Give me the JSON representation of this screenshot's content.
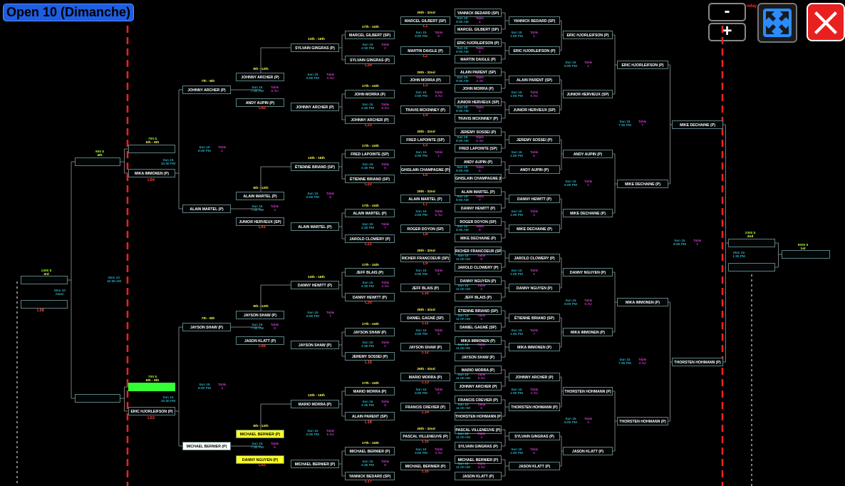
{
  "title": "Open 10 (Dimanche)",
  "controls": {
    "zoom_out": "-",
    "zoom_in": "+",
    "day_fragment": "nday"
  },
  "colors": {
    "slot_border": "#5c7f80",
    "round": "#ffff5a",
    "loss": "#ff4a3a",
    "table": "#ff4dff",
    "date": "#38e8ff",
    "prize": "#9dff28",
    "separator": "#ff2020"
  },
  "slots": [
    {
      "id": "a1",
      "text": "MARCEL GILBERT (SP)"
    },
    {
      "id": "a2",
      "text": "MARTIN DAIGLE (P)"
    },
    {
      "id": "a3",
      "text": "JOHN MORRA (P)"
    },
    {
      "id": "a4",
      "text": "TRAVIS MCKINNEY (P)"
    },
    {
      "id": "a5",
      "text": "FRED LAPOINTE (SP)"
    },
    {
      "id": "a6",
      "text": "GHISLAIN CHAMPAGNE (P)"
    },
    {
      "id": "a7",
      "text": "ALAIN MARTEL (P)"
    },
    {
      "id": "a8",
      "text": "ROGER DOYON (SP)"
    },
    {
      "id": "a9",
      "text": "RICHER FRANCOEUR (SP)"
    },
    {
      "id": "a10",
      "text": "JEFF BLAIS (P)"
    },
    {
      "id": "a11",
      "text": "DANIEL GAGNÉ (SP)"
    },
    {
      "id": "a12",
      "text": "JAYSON SHAW (P)"
    },
    {
      "id": "a13",
      "text": "MARIO MORRA (P)"
    },
    {
      "id": "a14",
      "text": "FRANCIS CREVIER (P)"
    },
    {
      "id": "a15",
      "text": "PASCAL VILLENEUVE (P)"
    },
    {
      "id": "a16",
      "text": "MICHAEL BERNIER (P)"
    },
    {
      "id": "b1",
      "text": "YANNICK BEDARD (SP)"
    },
    {
      "id": "b2",
      "text": "MARCEL GILBERT (SP)"
    },
    {
      "id": "b3",
      "text": "ERIC HJORLEIFSON (P)"
    },
    {
      "id": "b4",
      "text": "MARTIN DAIGLE (P)"
    },
    {
      "id": "b5",
      "text": "ALAIN PARENT (SP)"
    },
    {
      "id": "b6",
      "text": "JOHN MORRA (P)"
    },
    {
      "id": "b7",
      "text": "JUNIOR HERVIEUX (SP)"
    },
    {
      "id": "b8",
      "text": "TRAVIS MCKINNEY (P)"
    },
    {
      "id": "b9",
      "text": "JEREMY SOSSEI (P)"
    },
    {
      "id": "b10",
      "text": "FRED LAPOINTE (SP)"
    },
    {
      "id": "b11",
      "text": "ANDY AUPIN (P)"
    },
    {
      "id": "b12",
      "text": "GHISLAIN CHAMPAGNE (P)"
    },
    {
      "id": "b13",
      "text": "ALAIN MARTEL (P)"
    },
    {
      "id": "b14",
      "text": "DANNY HEWITT (P)"
    },
    {
      "id": "b15",
      "text": "ROGER DOYON (SP)"
    },
    {
      "id": "b16",
      "text": "MIKE DECHAINE (P)"
    },
    {
      "id": "b17",
      "text": "RICHER FRANCOEUR (SP)"
    },
    {
      "id": "b18",
      "text": "JAROLD CLOWERY (P)"
    },
    {
      "id": "b19",
      "text": "DANNY NGUYEN (P)"
    },
    {
      "id": "b20",
      "text": "JEFF BLAIS (P)"
    },
    {
      "id": "b21",
      "text": "ÉTIENNE BRIAND (SP)"
    },
    {
      "id": "b22",
      "text": "DANIEL GAGNÉ (SP)"
    },
    {
      "id": "b23",
      "text": "MIKA IMMONEN (P)"
    },
    {
      "id": "b24",
      "text": "JAYSON SHAW (P)"
    },
    {
      "id": "b25",
      "text": "MARIO MORRA (P)"
    },
    {
      "id": "b26",
      "text": "JOHNNY ARCHER (P)"
    },
    {
      "id": "b27",
      "text": "FRANCIS CREVIER (P)"
    },
    {
      "id": "b28",
      "text": "THORSTEN HOHMANN (P)"
    },
    {
      "id": "b29",
      "text": "PASCAL VILLENEUVE (P)"
    },
    {
      "id": "b30",
      "text": "SYLVAIN GINGRAS (P)"
    },
    {
      "id": "b31",
      "text": "MICHAEL BERNIER (P)"
    },
    {
      "id": "b32",
      "text": "JASON KLATT (P)"
    },
    {
      "id": "c1",
      "text": "YANNICK BEDARD (SP)"
    },
    {
      "id": "c2",
      "text": "ERIC HJORLEIFSON (P)"
    },
    {
      "id": "c3",
      "text": "ALAIN PARENT (SP)"
    },
    {
      "id": "c4",
      "text": "JUNIOR HERVIEUX (SP)"
    },
    {
      "id": "c5",
      "text": "JEREMY SOSSEI (P)"
    },
    {
      "id": "c6",
      "text": "ANDY AUPIN (P)"
    },
    {
      "id": "c7",
      "text": "DANNY HEWITT (P)"
    },
    {
      "id": "c8",
      "text": "MIKE DECHAINE (P)"
    },
    {
      "id": "c9",
      "text": "JAROLD CLOWERY (P)"
    },
    {
      "id": "c10",
      "text": "DANNY NGUYEN (P)"
    },
    {
      "id": "c11",
      "text": "ÉTIENNE BRIAND (SP)"
    },
    {
      "id": "c12",
      "text": "MIKA IMMONEN (P)"
    },
    {
      "id": "c13",
      "text": "JOHNNY ARCHER (P)"
    },
    {
      "id": "c14",
      "text": "THORSTEN HOHMANN (P)"
    },
    {
      "id": "c15",
      "text": "SYLVAIN GINGRAS (P)"
    },
    {
      "id": "c16",
      "text": "JASON KLATT (P)"
    },
    {
      "id": "d1",
      "text": "ERIC HJORLEIFSON (P)"
    },
    {
      "id": "d2",
      "text": "JUNIOR HERVIEUX (SP)"
    },
    {
      "id": "d3",
      "text": "ANDY AUPIN (P)"
    },
    {
      "id": "d4",
      "text": "MIKE DECHAINE (P)"
    },
    {
      "id": "d5",
      "text": "DANNY NGUYEN (P)"
    },
    {
      "id": "d6",
      "text": "MIKA IMMONEN (P)"
    },
    {
      "id": "d7",
      "text": "THORSTEN HOHMANN (P)"
    },
    {
      "id": "d8",
      "text": "JASON KLATT (P)"
    },
    {
      "id": "e1",
      "text": "ERIC HJORLEIFSON (P)"
    },
    {
      "id": "e2",
      "text": "MIKE DECHAINE (P)"
    },
    {
      "id": "e3",
      "text": "MIKA IMMONEN (P)"
    },
    {
      "id": "e4",
      "text": "THORSTEN HOHMANN (P)"
    },
    {
      "id": "f1",
      "text": "MIKE DECHAINE (P)"
    },
    {
      "id": "f2",
      "text": "THORSTEN HOHMANN (P)"
    },
    {
      "id": "g1",
      "text": ""
    },
    {
      "id": "g2",
      "text": ""
    },
    {
      "id": "h1",
      "text": ""
    },
    {
      "id": "l1",
      "text": "MARCEL GILBERT (SP)"
    },
    {
      "id": "l2",
      "text": "SYLVAIN GINGRAS (P)"
    },
    {
      "id": "l3",
      "text": "JOHN MORRA (P)"
    },
    {
      "id": "l4",
      "text": "JOHNNY ARCHER (P)"
    },
    {
      "id": "l5",
      "text": "FRED LAPOINTE (SP)"
    },
    {
      "id": "l6",
      "text": "ÉTIENNE BRIAND (SP)"
    },
    {
      "id": "l7",
      "text": "ALAIN MARTEL (P)"
    },
    {
      "id": "l8",
      "text": "JAROLD CLOWERY (P)"
    },
    {
      "id": "l9",
      "text": "JEFF BLAIS (P)"
    },
    {
      "id": "l10",
      "text": "DANNY HEWITT (P)"
    },
    {
      "id": "l11",
      "text": "JAYSON SHAW (P)"
    },
    {
      "id": "l12",
      "text": "JEREMY SOSSEI (P)"
    },
    {
      "id": "l13",
      "text": "MARIO MORRA (P)"
    },
    {
      "id": "l14",
      "text": "ALAIN PARENT (SP)"
    },
    {
      "id": "l15",
      "text": "MICHAEL BERNIER (P)"
    },
    {
      "id": "l16",
      "text": "YANNICK BEDARD (SP)"
    },
    {
      "id": "m1",
      "text": "SYLVAIN GINGRAS (P)"
    },
    {
      "id": "m2",
      "text": "JOHNNY ARCHER (P)"
    },
    {
      "id": "m3",
      "text": "ÉTIENNE BRIAND (SP)"
    },
    {
      "id": "m4",
      "text": "ALAIN MARTEL (P)"
    },
    {
      "id": "m5",
      "text": "DANNY HEWITT (P)"
    },
    {
      "id": "m6",
      "text": "JAYSON SHAW (P)"
    },
    {
      "id": "m7",
      "text": "MARIO MORRA (P)"
    },
    {
      "id": "m8",
      "text": "MICHAEL BERNIER (P)"
    },
    {
      "id": "n1",
      "text": "JOHNNY ARCHER (P)"
    },
    {
      "id": "n2",
      "text": "ANDY AUPIN (P)"
    },
    {
      "id": "n3",
      "text": "ALAIN MARTEL (P)"
    },
    {
      "id": "n4",
      "text": "JUNIOR HERVIEUX (SP)"
    },
    {
      "id": "n5",
      "text": "JAYSON SHAW (P)"
    },
    {
      "id": "n6",
      "text": "JASON KLATT (P)"
    },
    {
      "id": "n7",
      "text": "MICHAEL BERNIER (P)"
    },
    {
      "id": "n8",
      "text": "DANNY NGUYEN (P)"
    },
    {
      "id": "o1",
      "text": "JOHNNY ARCHER (P)"
    },
    {
      "id": "o2",
      "text": "ALAIN MARTEL (P)"
    },
    {
      "id": "o3",
      "text": "JAYSON SHAW (P)"
    },
    {
      "id": "o4",
      "text": "MICHAEL BERNIER (P)"
    },
    {
      "id": "p1",
      "text": ""
    },
    {
      "id": "p2",
      "text": "MIKA IMMONEN (P)"
    },
    {
      "id": "p3",
      "text": ""
    },
    {
      "id": "p4",
      "text": "ERIC HJORLEIFSON (P)"
    },
    {
      "id": "q1",
      "text": ""
    },
    {
      "id": "q2",
      "text": ""
    },
    {
      "id": "r1",
      "text": ""
    },
    {
      "id": "r2",
      "text": ""
    }
  ],
  "rounds": [
    {
      "id": "R25a",
      "text": "25th - 32nd"
    },
    {
      "id": "R25b",
      "text": "25th - 32nd"
    },
    {
      "id": "R25c",
      "text": "25th - 32nd"
    },
    {
      "id": "R25d",
      "text": "25th - 32nd"
    },
    {
      "id": "R25e",
      "text": "25th - 32nd"
    },
    {
      "id": "R25f",
      "text": "25th - 32nd"
    },
    {
      "id": "R25g",
      "text": "25th - 32nd"
    },
    {
      "id": "R25h",
      "text": "25th - 32nd"
    },
    {
      "id": "R17a",
      "text": "17th - 24th"
    },
    {
      "id": "R17b",
      "text": "17th - 24th"
    },
    {
      "id": "R17c",
      "text": "17th - 24th"
    },
    {
      "id": "R17d",
      "text": "17th - 24th"
    },
    {
      "id": "R17e",
      "text": "17th - 24th"
    },
    {
      "id": "R17f",
      "text": "17th - 24th"
    },
    {
      "id": "R17g",
      "text": "17th - 24th"
    },
    {
      "id": "R17h",
      "text": "17th - 24th"
    },
    {
      "id": "R13a",
      "text": "13th - 16th"
    },
    {
      "id": "R13b",
      "text": "13th - 16th"
    },
    {
      "id": "R13c",
      "text": "13th - 16th"
    },
    {
      "id": "R13d",
      "text": "13th - 16th"
    },
    {
      "id": "R9a",
      "text": "9th - 12th"
    },
    {
      "id": "R9b",
      "text": "9th - 12th"
    },
    {
      "id": "R9c",
      "text": "9th - 12th"
    },
    {
      "id": "R9d",
      "text": "9th - 12th"
    },
    {
      "id": "R7a",
      "text": "7th - 8th"
    },
    {
      "id": "R7b",
      "text": "7th - 8th"
    }
  ],
  "losses": [
    {
      "id": "L1",
      "text": "L1"
    },
    {
      "id": "L2",
      "text": "L2"
    },
    {
      "id": "L3",
      "text": "L3"
    },
    {
      "id": "L4",
      "text": "L4"
    },
    {
      "id": "L5",
      "text": "L5"
    },
    {
      "id": "L6",
      "text": "L6"
    },
    {
      "id": "L7",
      "text": "L7"
    },
    {
      "id": "L8",
      "text": "L8"
    },
    {
      "id": "L9",
      "text": "L9"
    },
    {
      "id": "L10",
      "text": "L10"
    },
    {
      "id": "L11",
      "text": "L11"
    },
    {
      "id": "L12",
      "text": "L12"
    },
    {
      "id": "L13",
      "text": "L13"
    },
    {
      "id": "L14",
      "text": "L14"
    },
    {
      "id": "L15",
      "text": "L15"
    },
    {
      "id": "L16",
      "text": "L16"
    },
    {
      "id": "L17",
      "text": "L17"
    },
    {
      "id": "L18",
      "text": "L18"
    },
    {
      "id": "L19",
      "text": "L19"
    },
    {
      "id": "L20",
      "text": "L20"
    },
    {
      "id": "L21",
      "text": "L21"
    },
    {
      "id": "L22",
      "text": "L22"
    },
    {
      "id": "L23",
      "text": "L23"
    },
    {
      "id": "L24",
      "text": "L24"
    },
    {
      "id": "L41",
      "text": "L41"
    },
    {
      "id": "L42",
      "text": "L42"
    },
    {
      "id": "L43",
      "text": "L43"
    },
    {
      "id": "L44",
      "text": "L44"
    },
    {
      "id": "L53",
      "text": "L53"
    },
    {
      "id": "L54",
      "text": "L54"
    },
    {
      "id": "L58",
      "text": "L58"
    }
  ],
  "infos": [
    {
      "id": "ia1",
      "t": "Table\n6",
      "d": "Sun 15\n3:00 PM"
    },
    {
      "id": "ia2",
      "t": "Table\n3 /Ivi",
      "d": "Sun 15\n3:00 PM"
    },
    {
      "id": "ia3",
      "t": "Table\n1",
      "d": "Sun 15\n3:00 PM"
    },
    {
      "id": "ia4",
      "t": "Table\n5 /Ivi",
      "d": "Sun 15\n3:00 PM"
    },
    {
      "id": "ia5",
      "t": "Table\n4",
      "d": "Sun 15\n3:00 PM"
    },
    {
      "id": "ia6",
      "t": "Table\n6",
      "d": "Sun 15\n3:00 PM"
    },
    {
      "id": "ia7",
      "t": "Table\n2",
      "d": "Sun 15\n3:00 PM"
    },
    {
      "id": "ia8",
      "t": "Table\n3 /Ivi",
      "d": "Sun 15\n3:00 PM"
    },
    {
      "id": "ib1",
      "t": "Table\n2",
      "d": "Sun 15\n4:30 PM"
    },
    {
      "id": "ib2",
      "t": "Table\n5 /Ivi",
      "d": "Sun 15\n4:30 PM"
    },
    {
      "id": "ib3",
      "t": "Table\n6",
      "d": "Sun 15\n4:30 PM"
    },
    {
      "id": "ib4",
      "t": "Table\n7",
      "d": "Sun 15\n4:30 PM"
    },
    {
      "id": "ib5",
      "t": "Table\n3 /Ivi",
      "d": "Sun 15\n4:30 PM"
    },
    {
      "id": "ib6",
      "t": "Table\n1",
      "d": "Sun 15\n4:30 PM"
    },
    {
      "id": "ib7",
      "t": "Table\n6",
      "d": "Sun 15\n4:30 PM"
    },
    {
      "id": "ib8",
      "t": "Table\n8",
      "d": "Sun 15\n4:30 PM"
    },
    {
      "id": "ic1",
      "t": "Table\n3 /Ivi",
      "d": "Sun 15\n6:00 PM"
    },
    {
      "id": "ic2",
      "t": "Table\n6",
      "d": "Sun 15\n6:00 PM"
    },
    {
      "id": "ic3",
      "t": "Table\n7",
      "d": "Sun 15\n6:00 PM"
    },
    {
      "id": "ic4",
      "t": "Table\n5 /Ivi",
      "d": "Sun 15\n6:00 PM"
    },
    {
      "id": "id1",
      "t": "Table\n5 /Ivi",
      "d": "Sun 15\n7:30 PM"
    },
    {
      "id": "id2",
      "t": "Table\n4",
      "d": "Sun 15\n7:30 PM"
    },
    {
      "id": "id3",
      "t": "Table\n8",
      "d": "Sun 15\n7:30 PM"
    },
    {
      "id": "id4",
      "t": "Table\n6",
      "d": "Sun 15\n7:30 PM"
    },
    {
      "id": "ie1",
      "t": "Table\n2",
      "d": "Sun 15\n8:00 PM"
    },
    {
      "id": "ie2",
      "t": "Table\n4",
      "d": "Sun 15\n8:00 PM"
    },
    {
      "id": "iw1",
      "t": "Table\n1",
      "d": "Sun 15\n9:00 AM"
    },
    {
      "id": "iw2",
      "t": "Table\n2",
      "d": "Sun 15\n9:00 AM"
    },
    {
      "id": "iw3",
      "t": "Table\n3 /Ivi",
      "d": "Sun 15\n9:00 AM"
    },
    {
      "id": "iw4",
      "t": "Table\n4",
      "d": "Sun 15\n9:00 AM"
    },
    {
      "id": "iw5",
      "t": "Table\n5 /Ivi",
      "d": "Sun 15\n9:00 AM"
    },
    {
      "id": "iw6",
      "t": "Table\n6",
      "d": "Sun 15\n9:00 AM"
    },
    {
      "id": "iw7",
      "t": "Table\n7",
      "d": "Sun 15\n9:00 AM"
    },
    {
      "id": "iw8",
      "t": "Table\n8",
      "d": "Sun 15\n9:00 AM"
    },
    {
      "id": "iw9",
      "t": "Table\n8",
      "d": "Sun 15\n11:00 AM"
    },
    {
      "id": "iw10",
      "t": "Table\n2",
      "d": "Sun 15\n11:00 AM"
    },
    {
      "id": "iw11",
      "t": "Table\n1",
      "d": "Sun 15\n11:00 AM"
    },
    {
      "id": "iw12",
      "t": "Table\n7",
      "d": "Sun 15\n11:00 AM"
    },
    {
      "id": "iw13",
      "t": "Table\n5 /Ivi",
      "d": "Sun 15\n11:00 AM"
    },
    {
      "id": "iw14",
      "t": "Table\n6",
      "d": "Sun 15\n11:00 AM"
    },
    {
      "id": "iw15",
      "t": "Table\n4",
      "d": "Sun 15\n11:00 AM"
    },
    {
      "id": "iw16",
      "t": "Table\n3 /Ivi",
      "d": "Sun 15\n11:00 AM"
    },
    {
      "id": "ix1",
      "t": "Table\n1",
      "d": "Sun 15\n1:00 PM"
    },
    {
      "id": "ix2",
      "t": "Table\n5 /Ivi",
      "d": "Sun 15\n1:00 PM"
    },
    {
      "id": "ix3",
      "t": "Table\n6",
      "d": "Sun 15\n1:00 PM"
    },
    {
      "id": "ix4",
      "t": "Table\n4",
      "d": "Sun 15\n1:00 PM"
    },
    {
      "id": "ix5",
      "t": "Table\n2",
      "d": "Sun 15\n1:00 PM"
    },
    {
      "id": "ix6",
      "t": "Table\n7",
      "d": "Sun 15\n1:00 PM"
    },
    {
      "id": "ix7",
      "t": "Table\n3 /Ivi",
      "d": "Sun 15\n1:00 PM"
    },
    {
      "id": "ix8",
      "t": "Table\n8",
      "d": "Sun 15\n1:00 PM"
    },
    {
      "id": "iy1",
      "t": "Table\n2",
      "d": "Sun 15\n6:00 PM"
    },
    {
      "id": "iy2",
      "t": "Table\n1",
      "d": "Sun 15\n6:00 PM"
    },
    {
      "id": "iy3",
      "t": "Table\n5 /Ivi",
      "d": "Sun 15\n6:00 PM"
    },
    {
      "id": "iy4",
      "t": "Table\n4",
      "d": "Sun 15\n6:00 PM"
    },
    {
      "id": "iz1",
      "t": "Table\n7",
      "d": "Sun 15\n7:30 PM"
    },
    {
      "id": "iz2",
      "t": "Table\n3 /Ivi",
      "d": "Sun 15\n7:30 PM"
    },
    {
      "id": "if1",
      "t": "Table\n1",
      "d": "Sun 15\n9:00 PM"
    }
  ],
  "prizes": [
    {
      "id": "P1",
      "a": "2300 $",
      "p": "2nd"
    },
    {
      "id": "P2",
      "a": "5000 $",
      "p": "1st"
    },
    {
      "id": "P3",
      "a": "1300 $",
      "p": "3rd"
    },
    {
      "id": "P4",
      "a": "900 $",
      "p": "4th"
    },
    {
      "id": "P5",
      "a": "700 $",
      "p": "5th - 6th"
    },
    {
      "id": "P6",
      "a": "700 $",
      "p": "5th - 6th"
    }
  ],
  "dates": [
    {
      "id": "D1",
      "text": "Mon 15\n1:30 PM"
    },
    {
      "id": "D2",
      "text": "Mon 10\nNoon"
    },
    {
      "id": "D3",
      "text": "Mon 10\n10:30 AM"
    },
    {
      "id": "D4",
      "text": "Sun 15\n10:30 PM"
    },
    {
      "id": "D5",
      "text": "Sun 15\n10:30 PM"
    }
  ]
}
